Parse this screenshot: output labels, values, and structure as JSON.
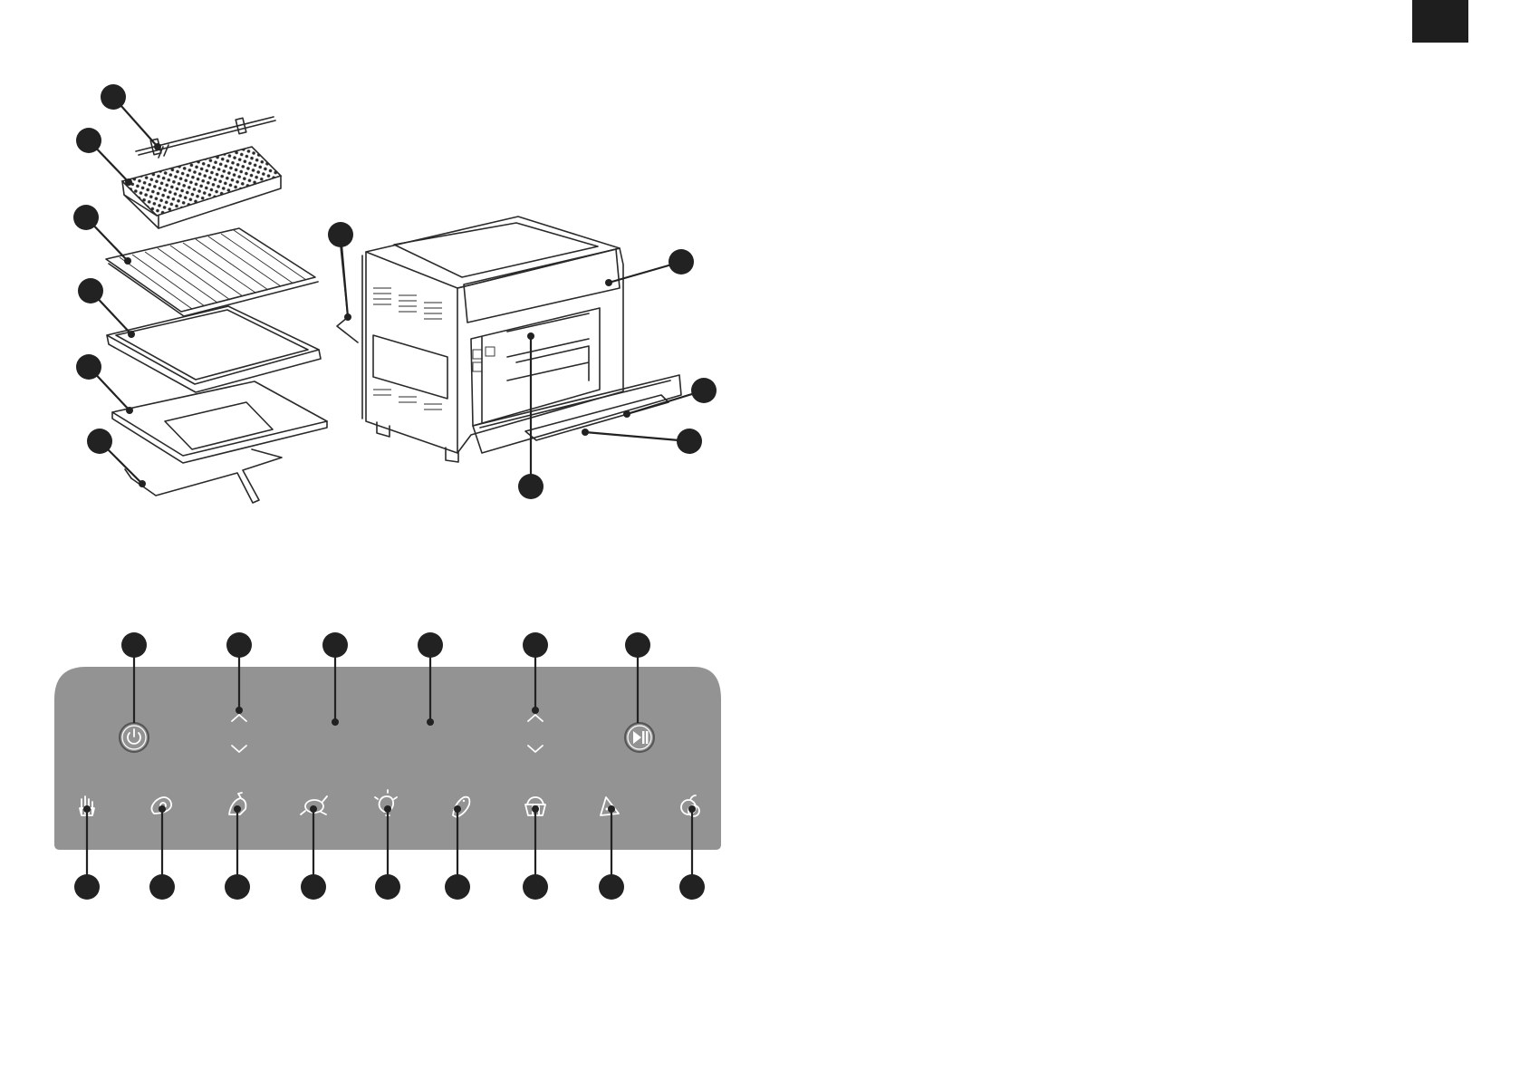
{
  "colors": {
    "callout": "#222222",
    "line_art": "#2a2a2a",
    "panel": "#939393",
    "panel_icon": "#ffffff",
    "corner_tab": "#1e1e1e"
  },
  "accessories": [
    {
      "name": "rotisserie-spit"
    },
    {
      "name": "air-fry-basket"
    },
    {
      "name": "wire-rack"
    },
    {
      "name": "baking-tray"
    },
    {
      "name": "drip-tray"
    },
    {
      "name": "rack-handle"
    }
  ],
  "oven_parts": [
    {
      "name": "power-cord"
    },
    {
      "name": "control-panel"
    },
    {
      "name": "oven-door"
    },
    {
      "name": "door-handle"
    },
    {
      "name": "heating-element"
    }
  ],
  "panel_top_controls": [
    {
      "icon": "power-icon"
    },
    {
      "icon": "chevrons-up-down-icon"
    },
    {
      "icon": "display-left"
    },
    {
      "icon": "display-right"
    },
    {
      "icon": "chevrons-up-down-icon"
    },
    {
      "icon": "play-pause-icon"
    }
  ],
  "panel_presets": [
    {
      "icon": "fries-icon"
    },
    {
      "icon": "steak-icon"
    },
    {
      "icon": "drumstick-icon"
    },
    {
      "icon": "chicken-icon"
    },
    {
      "icon": "light-icon"
    },
    {
      "icon": "fish-icon"
    },
    {
      "icon": "cake-icon"
    },
    {
      "icon": "pizza-icon"
    },
    {
      "icon": "vegetables-icon"
    }
  ]
}
